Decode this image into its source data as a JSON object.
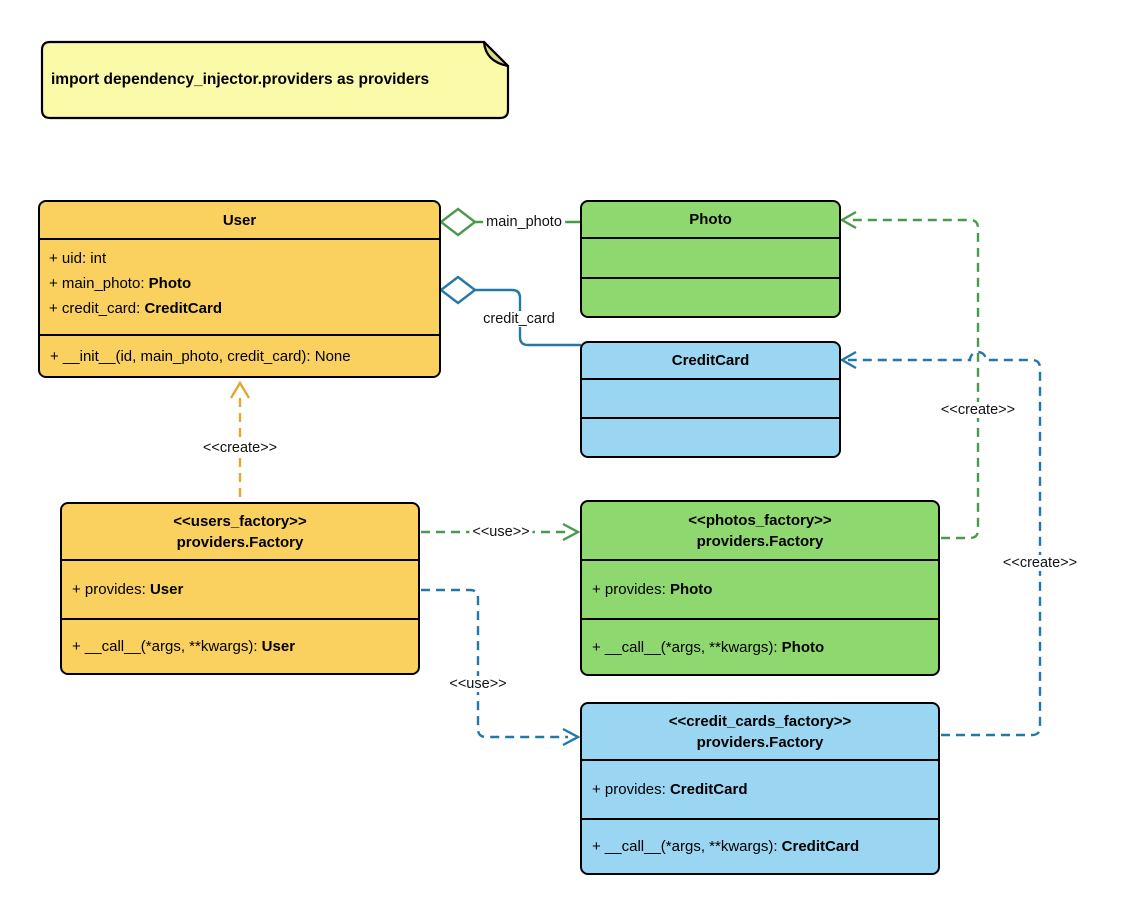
{
  "note": {
    "text": "import dependency_injector.providers as providers"
  },
  "colors": {
    "class_yellow": "#FAD05F",
    "class_green": "#8FD870",
    "class_blue": "#9AD5F2",
    "note_yellow": "#FAFAA8",
    "edge_green": "#4A9A4D",
    "edge_blue": "#2279A8",
    "edge_amber": "#E0A82E",
    "border_black": "#000000"
  },
  "classes": {
    "user": {
      "title": "User",
      "attributes": [
        {
          "label": "+ uid: int",
          "type": ""
        },
        {
          "label": "+ main_photo: ",
          "type": "Photo"
        },
        {
          "label": "+ credit_card: ",
          "type": "CreditCard"
        }
      ],
      "methods": [
        {
          "label": "+ __init__(id, main_photo, credit_card): None",
          "type": ""
        }
      ]
    },
    "photo": {
      "title": "Photo"
    },
    "credit_card": {
      "title": "CreditCard"
    },
    "users_factory": {
      "stereotype": "<<users_factory>>",
      "title": "providers.Factory",
      "attributes": [
        {
          "label": "+ provides: ",
          "type": "User"
        }
      ],
      "methods": [
        {
          "label": "+ __call__(*args, **kwargs): ",
          "type": "User"
        }
      ]
    },
    "photos_factory": {
      "stereotype": "<<photos_factory>>",
      "title": "providers.Factory",
      "attributes": [
        {
          "label": "+ provides: ",
          "type": "Photo"
        }
      ],
      "methods": [
        {
          "label": "+ __call__(*args, **kwargs): ",
          "type": "Photo"
        }
      ]
    },
    "credit_cards_factory": {
      "stereotype": "<<credit_cards_factory>>",
      "title": "providers.Factory",
      "attributes": [
        {
          "label": "+ provides: ",
          "type": "CreditCard"
        }
      ],
      "methods": [
        {
          "label": "+ __call__(*args, **kwargs): ",
          "type": "CreditCard"
        }
      ]
    }
  },
  "edges": {
    "main_photo": {
      "label": "main_photo"
    },
    "credit_card": {
      "label": "credit_card"
    },
    "create_user": {
      "label": "<<create>>"
    },
    "create_photo": {
      "label": "<<create>>"
    },
    "create_credit_card": {
      "label": "<<create>>"
    },
    "use_photos": {
      "label": "<<use>>"
    },
    "use_credit_cards": {
      "label": "<<use>>"
    }
  }
}
